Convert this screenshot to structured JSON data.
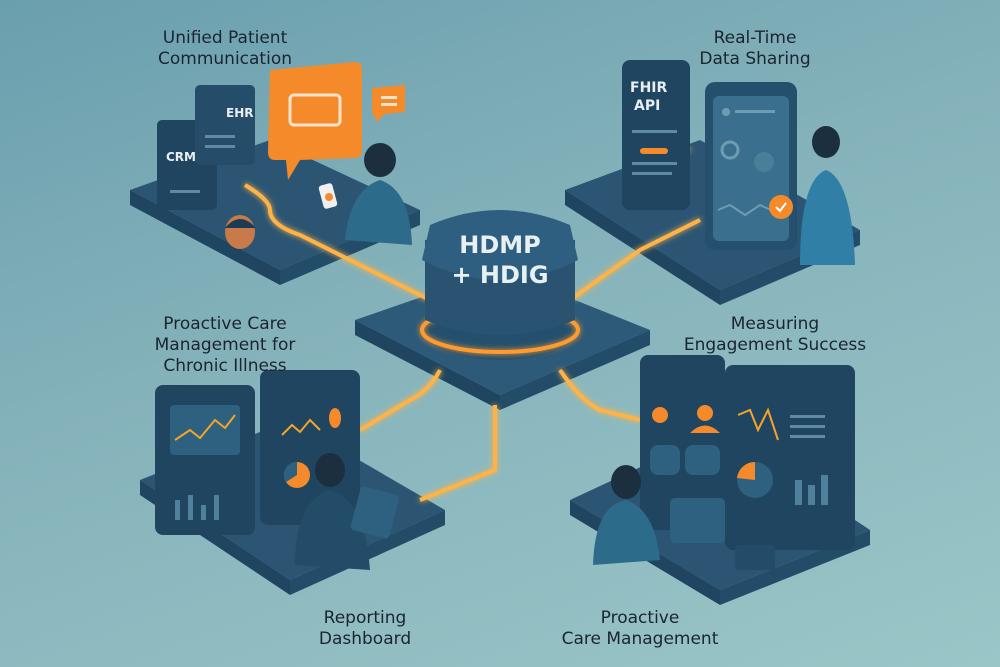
{
  "hub": {
    "line1": "HDMP",
    "line2": "+ HDIG"
  },
  "modules": [
    {
      "id": "unified",
      "title_line1": "Unified Patient",
      "title_line2": "Communication",
      "tags": [
        "EHR",
        "CRM"
      ]
    },
    {
      "id": "realtime",
      "title_line1": "Real-Time",
      "title_line2": "Data Sharing",
      "tags": [
        "FHIR",
        "API"
      ]
    },
    {
      "id": "chronic",
      "title_line1": "Proactive Care",
      "title_line2": "Management for",
      "title_line3": "Chronic Illness"
    },
    {
      "id": "measuring",
      "title_line1": "Measuring",
      "title_line2": "Engagement Success"
    },
    {
      "id": "reporting",
      "title_line1": "Reporting",
      "title_line2": "Dashboard"
    },
    {
      "id": "proactive",
      "title_line1": "Proactive",
      "title_line2": "Care Management"
    }
  ],
  "colors": {
    "background": "#86b3bb",
    "platform": "#2d5a78",
    "accent": "#f58a2a",
    "glow": "#ffb347"
  }
}
